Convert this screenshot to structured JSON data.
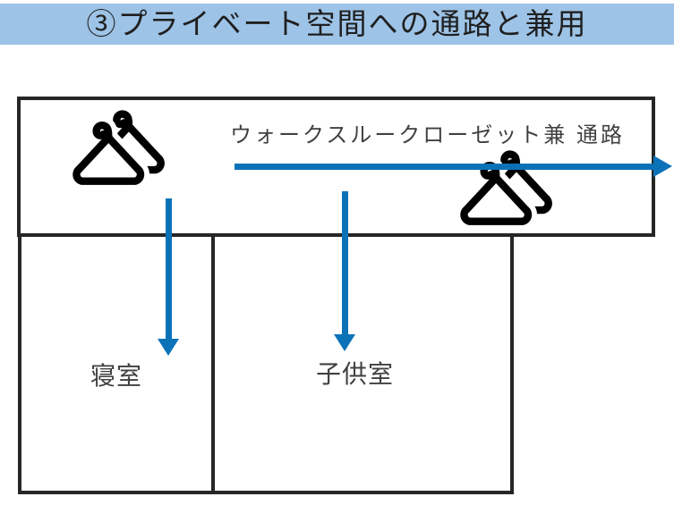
{
  "header": {
    "title": "③プライベート空間への通路と兼用"
  },
  "floorplan": {
    "closet": {
      "label": "ウォークスルークローゼット兼 通路"
    },
    "rooms": [
      {
        "label": "寝室"
      },
      {
        "label": "子供室"
      }
    ],
    "icons": [
      {
        "name": "clothes-hanger-icon",
        "location": "closet-left"
      },
      {
        "name": "clothes-hanger-icon",
        "location": "closet-right"
      }
    ],
    "arrows": [
      {
        "name": "passage-arrow",
        "direction": "right"
      },
      {
        "name": "bedroom-entry-arrow",
        "direction": "down"
      },
      {
        "name": "kids-room-entry-arrow",
        "direction": "down"
      }
    ],
    "colors": {
      "title_bar_bg": "#9DC3E6",
      "title_text": "#1f1f1f",
      "outline": "#262626",
      "label_text": "#404040",
      "arrow": "#0B72B8"
    }
  }
}
